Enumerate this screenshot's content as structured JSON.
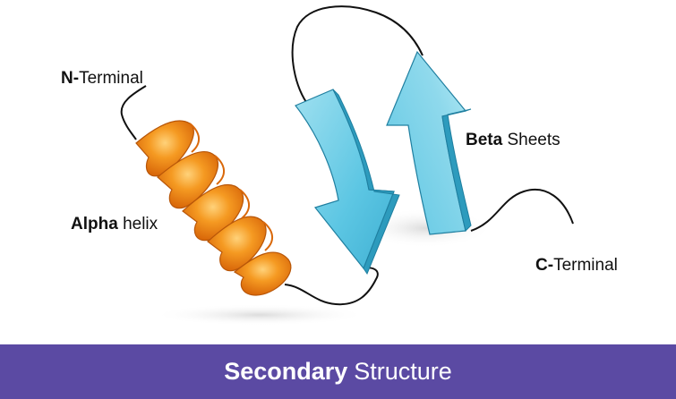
{
  "labels": {
    "n_terminal": {
      "bold": "N-",
      "rest": "Terminal"
    },
    "alpha_helix": {
      "bold": "Alpha",
      "rest": "helix"
    },
    "beta_sheets": {
      "bold": "Beta",
      "rest": "Sheets"
    },
    "c_terminal": {
      "bold": "C-",
      "rest": "Terminal"
    }
  },
  "footer": {
    "title_bold": "Secondary",
    "title_rest": "Structure"
  },
  "colors": {
    "footer_background": "#5b4aa3",
    "helix_orange": "#f28a14",
    "helix_orange_dark": "#d9680a",
    "helix_highlight": "#ffd27a",
    "beta_cyan": "#5cc6e3",
    "beta_cyan_light": "#9fe0f0",
    "beta_cyan_dark": "#2d9bbd",
    "chain_line": "#111111"
  }
}
